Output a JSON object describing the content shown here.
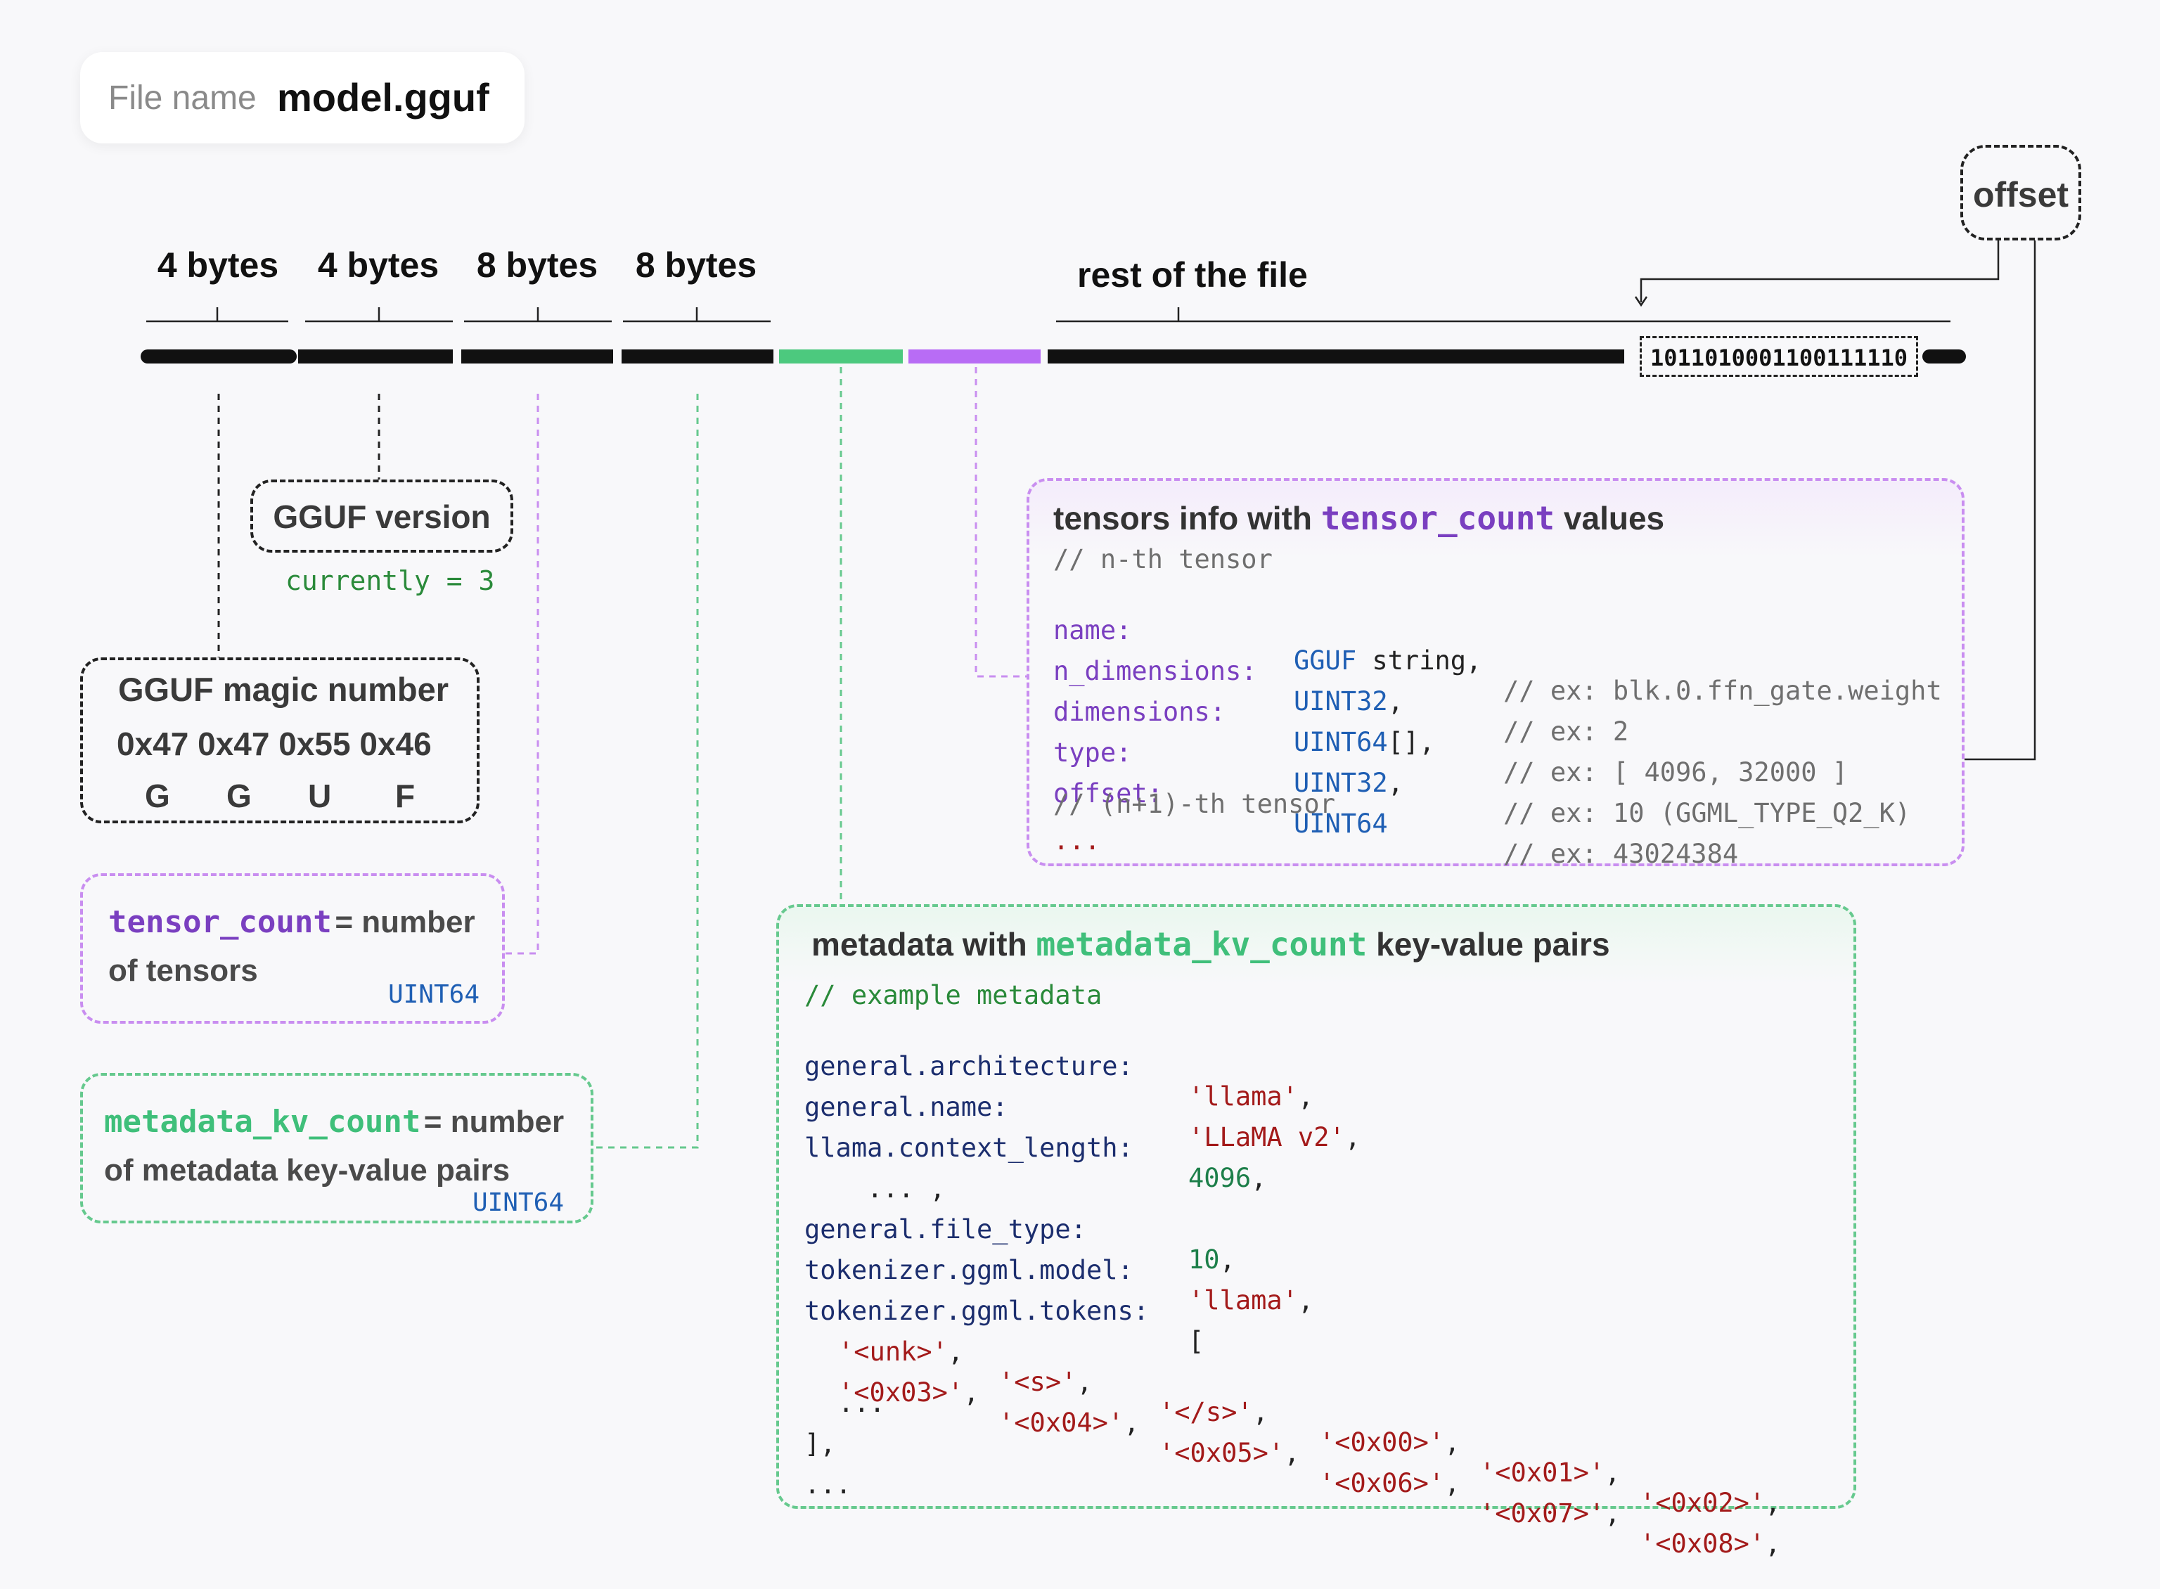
{
  "file": {
    "label": "File name",
    "name": "model.gguf"
  },
  "layout_labels": {
    "bytes_1": "4 bytes",
    "bytes_2": "4 bytes",
    "bytes_3": "8 bytes",
    "bytes_4": "8 bytes",
    "rest": "rest of the file",
    "offset": "offset",
    "binary": "1011010001100111110"
  },
  "magic": {
    "title": "GGUF magic number",
    "hex": [
      "0x47",
      "0x47",
      "0x55",
      "0x46"
    ],
    "letters": [
      "G",
      "G",
      "U",
      "F"
    ]
  },
  "version": {
    "title": "GGUF version",
    "note": "currently = 3"
  },
  "tensor_count": {
    "name": "tensor_count",
    "desc1": "= number",
    "desc2": "of tensors",
    "type": "UINT64"
  },
  "metadata_kv_count": {
    "name": "metadata_kv_count",
    "desc1": "= number",
    "desc2": "of metadata key-value pairs",
    "type": "UINT64"
  },
  "tensors_info": {
    "title_pre": "tensors info with",
    "title_kw": "tensor_count",
    "title_post": "values",
    "comment_first": "// n-th tensor",
    "fields": [
      {
        "name": "name:",
        "type_a": "GGUF",
        "type_b": " string,",
        "comment": "// ex: blk.0.ffn_gate.weight"
      },
      {
        "name": "n_dimensions:",
        "type_a": "UINT32",
        "type_b": ",",
        "comment": "// ex: 2"
      },
      {
        "name": "dimensions:",
        "type_a": "UINT64",
        "type_b": "[],",
        "comment": "// ex: [ 4096, 32000 ]"
      },
      {
        "name": "type:",
        "type_a": "UINT32",
        "type_b": ",",
        "comment": "// ex: 10 (GGML_TYPE_Q2_K)"
      },
      {
        "name": "offset:",
        "type_a": "UINT64",
        "type_b": "",
        "comment": "// ex: 43024384"
      }
    ],
    "comment_next": "// (n+1)-th tensor",
    "ellipsis": "..."
  },
  "metadata": {
    "title_pre": "metadata with",
    "title_kw": "metadata_kv_count",
    "title_post": "key-value pairs",
    "comment": "// example metadata",
    "entries": [
      {
        "key": "general.architecture:",
        "value": "'llama'",
        "kind": "str",
        "tail": ","
      },
      {
        "key": "general.name:",
        "value": "'LLaMA v2'",
        "kind": "str",
        "tail": ","
      },
      {
        "key": "llama.context_length:",
        "value": "4096",
        "kind": "num",
        "tail": ","
      },
      {
        "key": "... ,",
        "value": "",
        "kind": "plain",
        "tail": ""
      },
      {
        "key": "general.file_type:",
        "value": "10",
        "kind": "num",
        "tail": ","
      },
      {
        "key": "tokenizer.ggml.model:",
        "value": "'llama'",
        "kind": "str",
        "tail": ","
      },
      {
        "key": "tokenizer.ggml.tokens:",
        "value": "[",
        "kind": "plain",
        "tail": ""
      }
    ],
    "tokens_row1": [
      "'<unk>'",
      "'<s>'",
      "'</s>'",
      "'<0x00>'",
      "'<0x01>'",
      "'<0x02>'"
    ],
    "tokens_row2": [
      "'<0x03>'",
      "'<0x04>'",
      "'<0x05>'",
      "'<0x06>'",
      "'<0x07>'",
      "'<0x08>'"
    ],
    "inner_ellipsis": "...",
    "close": "],",
    "ellipsis": "..."
  },
  "colors": {
    "bar": "#111111",
    "metadata_segment": "#4cc97e",
    "tensor_segment": "#b86cf5",
    "purple_border": "#c98ef0",
    "green_border": "#66c98e"
  }
}
